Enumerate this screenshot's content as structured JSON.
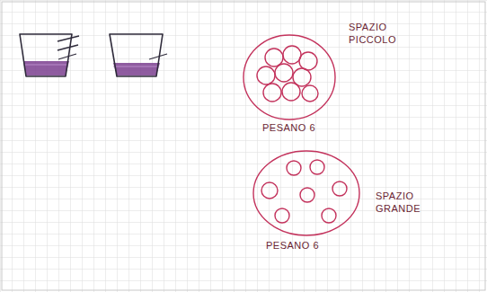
{
  "diagram": {
    "labels": [
      "SPAZIO PICCOLO",
      "PESANO 6",
      "SPAZIO GRANDE",
      "PESANO 6"
    ]
  }
}
